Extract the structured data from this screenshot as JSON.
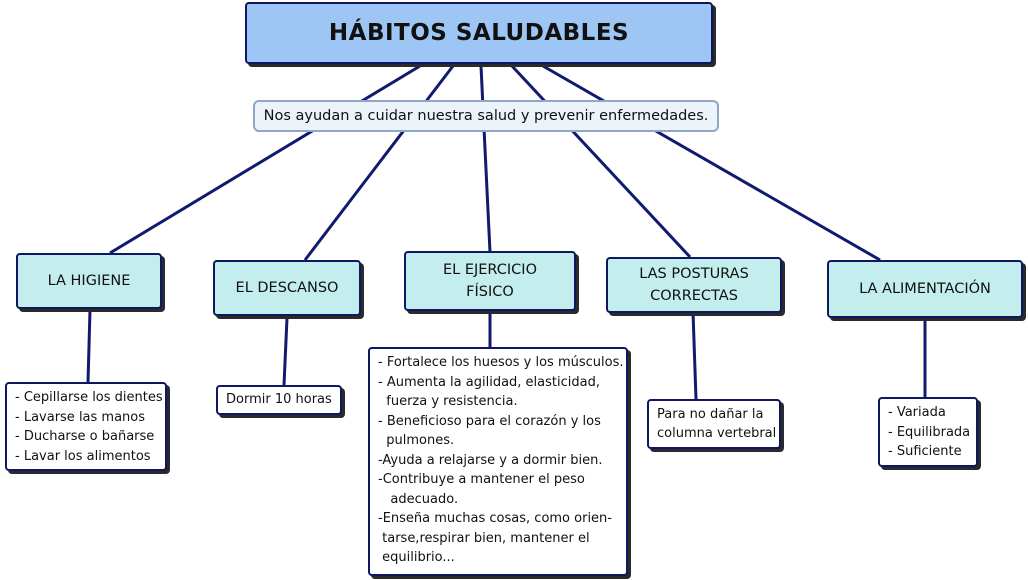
{
  "title": "HÁBITOS SALUDABLES",
  "subtitle": "Nos ayudan a cuidar nuestra salud y prevenir enfermedades.",
  "categories": [
    {
      "label": "LA HIGIENE",
      "details": "- Cepillarse los dientes\n- Lavarse las manos\n- Ducharse o bañarse\n- Lavar los alimentos"
    },
    {
      "label": "EL DESCANSO",
      "details": "Dormir 10 horas"
    },
    {
      "label": "EL EJERCICIO\nFÍSICO",
      "details": "- Fortalece los huesos y los músculos.\n- Aumenta la agilidad, elasticidad,\n  fuerza y resistencia.\n- Beneficioso para el corazón y los\n  pulmones.\n-Ayuda a relajarse y a dormir bien.\n-Contribuye a mantener el peso\n   adecuado.\n-Enseña muchas cosas, como orien-\n tarse,respirar bien, mantener el\n equilibrio..."
    },
    {
      "label": "LAS POSTURAS\nCORRECTAS",
      "details": "Para no dañar la\ncolumna vertebral"
    },
    {
      "label": "LA ALIMENTACIÓN",
      "details": "- Variada\n- Equilibrada\n- Suficiente"
    }
  ],
  "colors": {
    "title_fill": "#9ec6f4",
    "category_fill": "#c4eeee",
    "border": "#0f1760",
    "connector": "#101a6e"
  }
}
